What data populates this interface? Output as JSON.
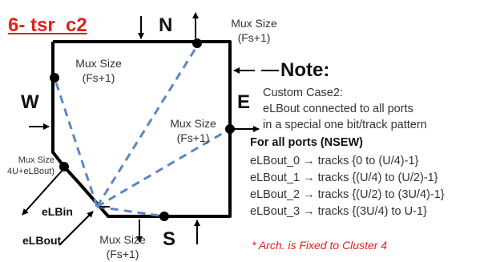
{
  "title": "6- tsr_c2",
  "ports": {
    "north": "N",
    "west": "W",
    "east": "E",
    "south": "S"
  },
  "mux_labels": {
    "top_right": [
      "Mux Size",
      "(Fs+1)"
    ],
    "inner_top_left": [
      "Mux Size",
      "(Fs+1)"
    ],
    "inner_right": [
      "Mux Size",
      "(Fs+1)"
    ],
    "bottom": [
      "Mux Size",
      "(Fs+1)"
    ],
    "left_corner": [
      "Mux Size",
      "4U+eLBout)"
    ]
  },
  "signals": {
    "in": "eLBin",
    "out": "eLBout"
  },
  "note": {
    "heading": "Note:",
    "lines": [
      "Custom Case2:",
      "eLBout connected to all ports",
      "in a special one bit/track pattern"
    ],
    "all_ports": "For all ports (NSEW)",
    "tracks": [
      "eLBout_0 → tracks {0 to (U/4)-1}",
      "eLBout_1 → tracks {(U/4) to (U/2)-1}",
      "eLBout_2 → tracks {(U/2) to (3U/4)-1}",
      "eLBout_3 → tracks {(3U/4) to U-1}"
    ],
    "arch_fixed": "* Arch. is Fixed to Cluster 4"
  },
  "colors": {
    "title": "#e0201b",
    "dashed": "#5b86c5",
    "outline": "#000000",
    "dot": "#000000"
  }
}
